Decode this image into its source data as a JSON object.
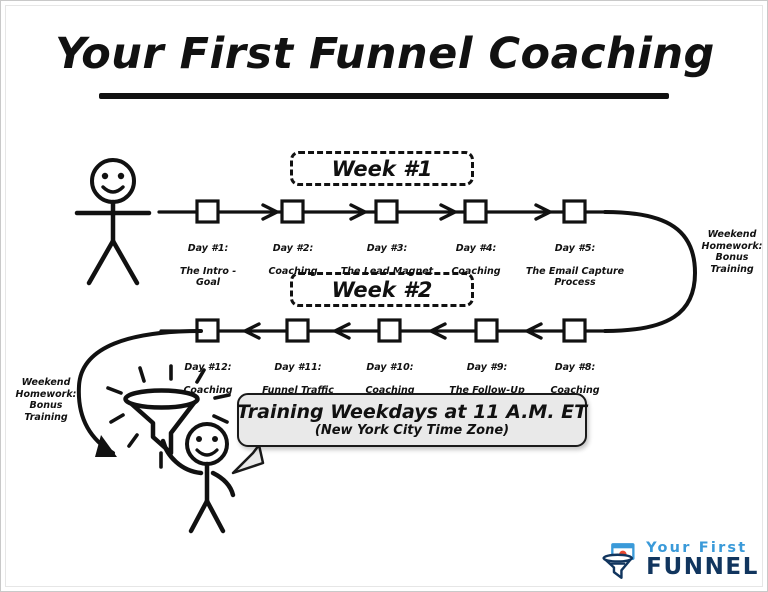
{
  "page": {
    "title": "Your First Funnel Coaching",
    "background_color": "#ffffff",
    "ink_color": "#111111"
  },
  "weeks": [
    {
      "id": "week-1",
      "label": "Week #1"
    },
    {
      "id": "week-2",
      "label": "Week #2"
    }
  ],
  "timeline_row_1": {
    "direction": "left-to-right",
    "days": [
      {
        "number": "Day #1:",
        "topic": "The Intro -\nGoal"
      },
      {
        "number": "Day #2:",
        "topic": "Coaching"
      },
      {
        "number": "Day #3:",
        "topic": "The Lead Magnet"
      },
      {
        "number": "Day #4:",
        "topic": "Coaching"
      },
      {
        "number": "Day #5:",
        "topic": "The Email Capture\nProcess"
      }
    ]
  },
  "timeline_row_2": {
    "direction": "right-to-left",
    "days": [
      {
        "number": "Day #12:",
        "topic": "Coaching"
      },
      {
        "number": "Day #11:",
        "topic": "Funnel Traffic"
      },
      {
        "number": "Day #10:",
        "topic": "Coaching"
      },
      {
        "number": "Day #9:",
        "topic": "The Follow-Up\nSequence"
      },
      {
        "number": "Day #8:",
        "topic": "Coaching"
      }
    ]
  },
  "weekend_notes": {
    "right": "Weekend\nHomework:\nBonus Training",
    "left": "Weekend\nHomework:\nBonus Training"
  },
  "speech_bubble": {
    "line1": "Training Weekdays at 11 A.M. ET",
    "line2": "(New York City Time Zone)",
    "fill_color": "#e9e9e9"
  },
  "logo": {
    "line1": "Your First",
    "line2": "FUNNEL",
    "line1_color": "#3a9ad9",
    "line2_color": "#11355e",
    "icon": "funnel-logo-icon"
  },
  "illustrations": {
    "stick_figure_top": "smiling stick figure, arms out",
    "stick_figure_bottom": "smiling stick figure holding a shining funnel"
  }
}
